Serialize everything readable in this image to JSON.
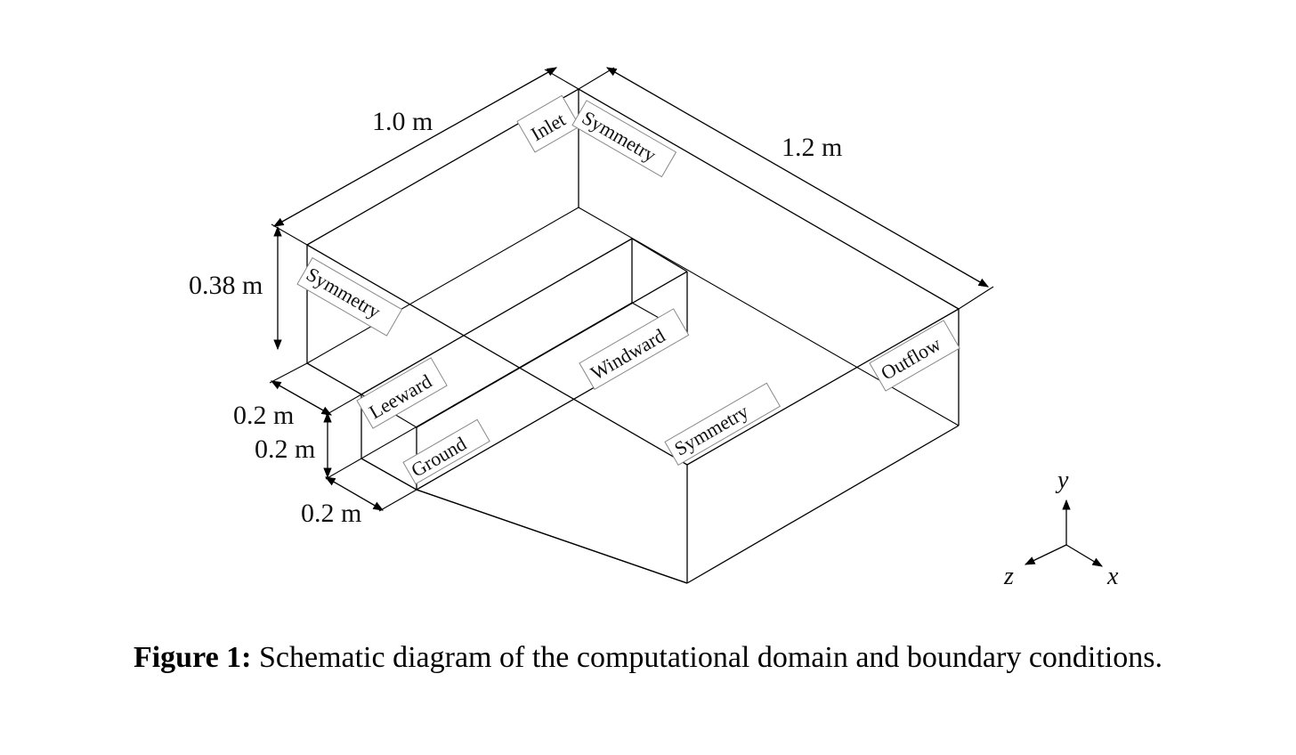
{
  "dimensions": {
    "length_top": "1.0 m",
    "length_right": "1.2 m",
    "height": "0.38 m",
    "offset": "0.2 m",
    "block_height": "0.2 m",
    "block_width": "0.2 m"
  },
  "boundaries": {
    "inlet": "Inlet",
    "symmetry_back": "Symmetry",
    "symmetry_left": "Symmetry",
    "symmetry_front": "Symmetry",
    "outflow": "Outflow",
    "windward": "Windward",
    "leeward": "Leeward",
    "ground": "Ground"
  },
  "axes": {
    "x": "x",
    "y": "y",
    "z": "z"
  },
  "caption": {
    "label": "Figure 1:",
    "text": " Schematic diagram of the computational domain and boundary conditions."
  }
}
